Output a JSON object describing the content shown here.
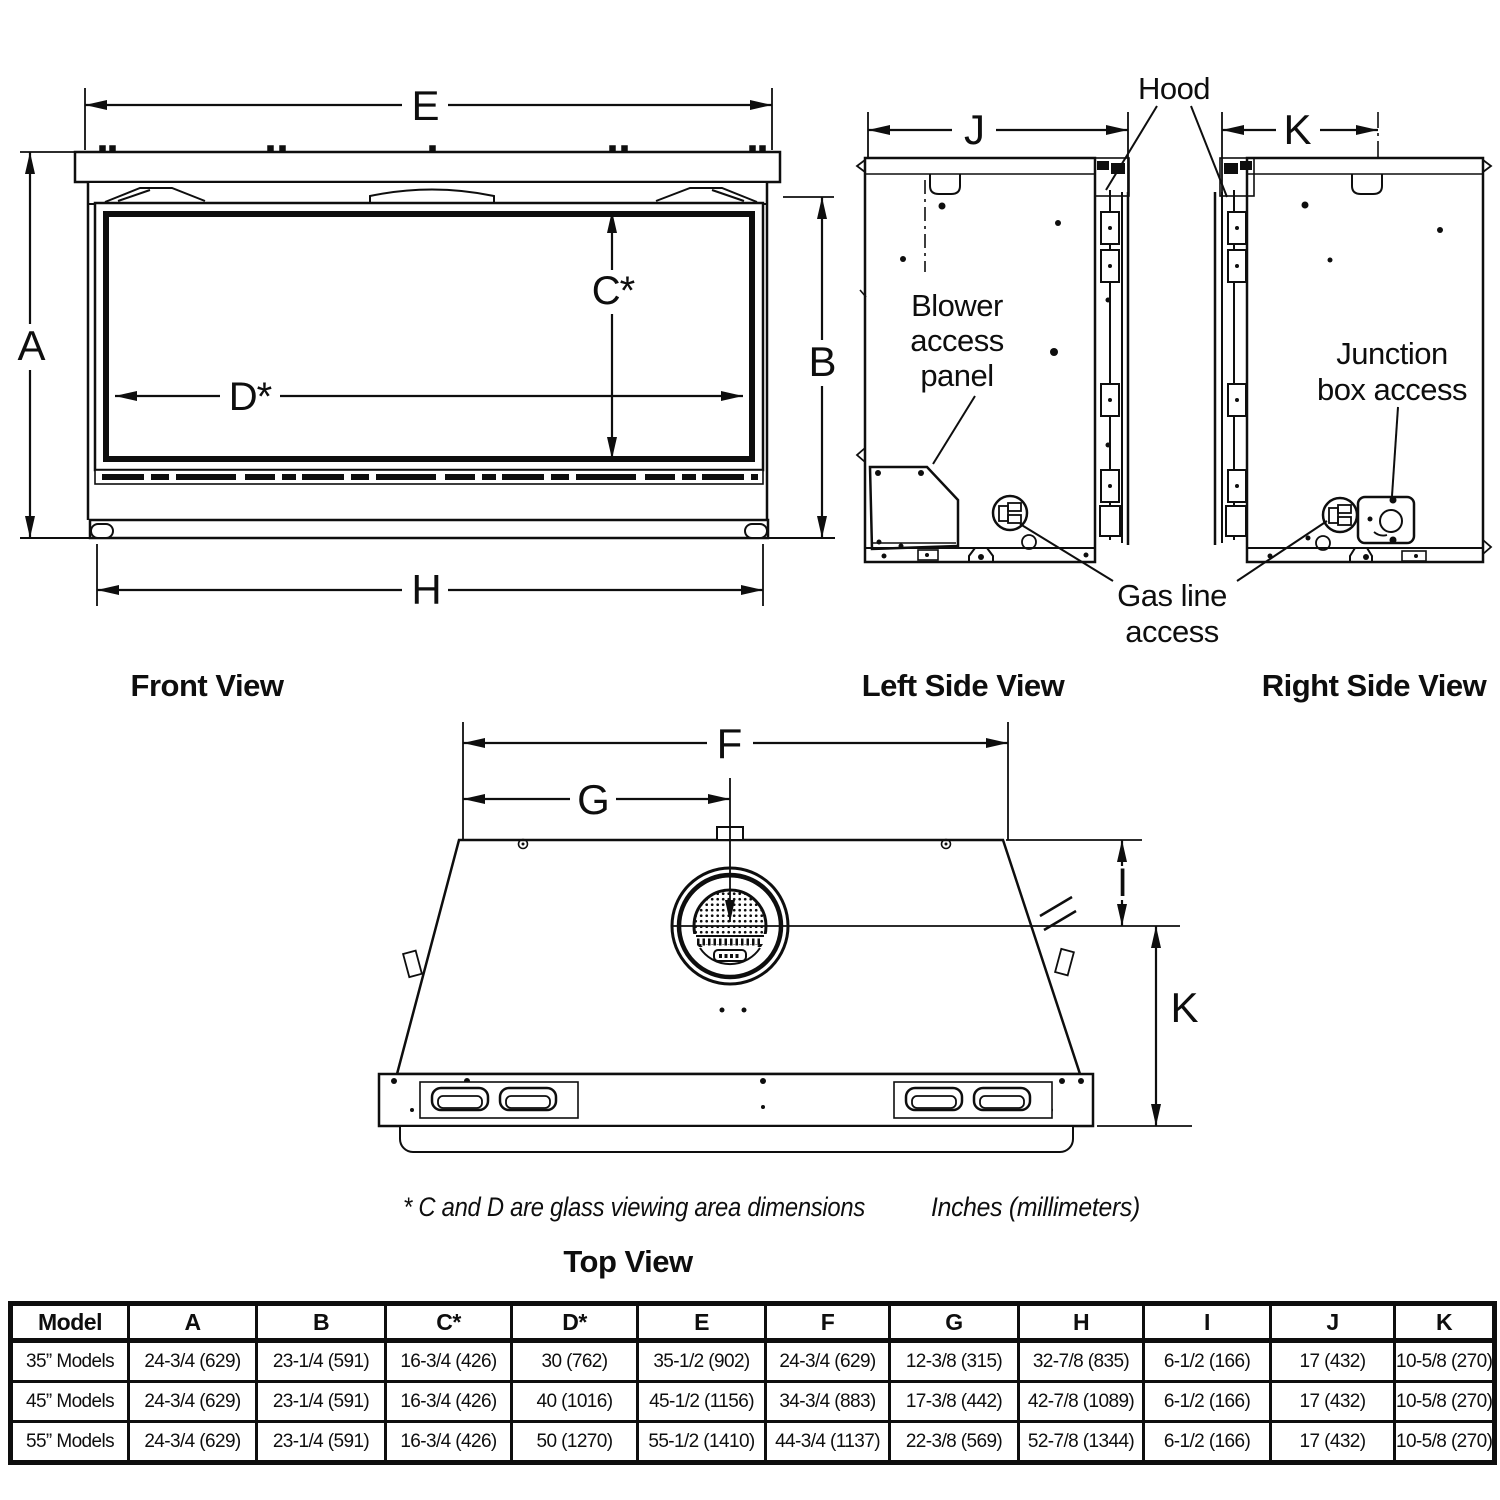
{
  "diagram": {
    "dims": {
      "A": "A",
      "B": "B",
      "C": "C*",
      "D": "D*",
      "E": "E",
      "F": "F",
      "G": "G",
      "H": "H",
      "I": "I",
      "J": "J",
      "K": "K"
    },
    "views": {
      "front": "Front View",
      "left": "Left Side View",
      "right": "Right Side View",
      "top": "Top View"
    },
    "callouts": {
      "hood": "Hood",
      "blower": [
        "Blower",
        "access",
        "panel"
      ],
      "gas": [
        "Gas line",
        "access"
      ],
      "junction": [
        "Junction",
        "box access"
      ]
    },
    "notes": {
      "glass": "* C and D are glass viewing area dimensions",
      "units": "Inches (millimeters)"
    },
    "line_color": "#0e0e0e"
  },
  "table": {
    "headers": [
      "Model",
      "A",
      "B",
      "C*",
      "D*",
      "E",
      "F",
      "G",
      "H",
      "I",
      "J",
      "K"
    ],
    "rows": [
      {
        "model": "35” Models",
        "values": [
          "24-3/4 (629)",
          "23-1/4 (591)",
          "16-3/4 (426)",
          "30 (762)",
          "35-1/2 (902)",
          "24-3/4 (629)",
          "12-3/8 (315)",
          "32-7/8 (835)",
          "6-1/2 (166)",
          "17 (432)",
          "10-5/8 (270)"
        ]
      },
      {
        "model": "45” Models",
        "values": [
          "24-3/4 (629)",
          "23-1/4 (591)",
          "16-3/4 (426)",
          "40 (1016)",
          "45-1/2 (1156)",
          "34-3/4 (883)",
          "17-3/8 (442)",
          "42-7/8 (1089)",
          "6-1/2 (166)",
          "17 (432)",
          "10-5/8 (270)"
        ]
      },
      {
        "model": "55” Models",
        "values": [
          "24-3/4 (629)",
          "23-1/4 (591)",
          "16-3/4 (426)",
          "50 (1270)",
          "55-1/2 (1410)",
          "44-3/4 (1137)",
          "22-3/8 (569)",
          "52-7/8 (1344)",
          "6-1/2 (166)",
          "17 (432)",
          "10-5/8 (270)"
        ]
      }
    ]
  }
}
